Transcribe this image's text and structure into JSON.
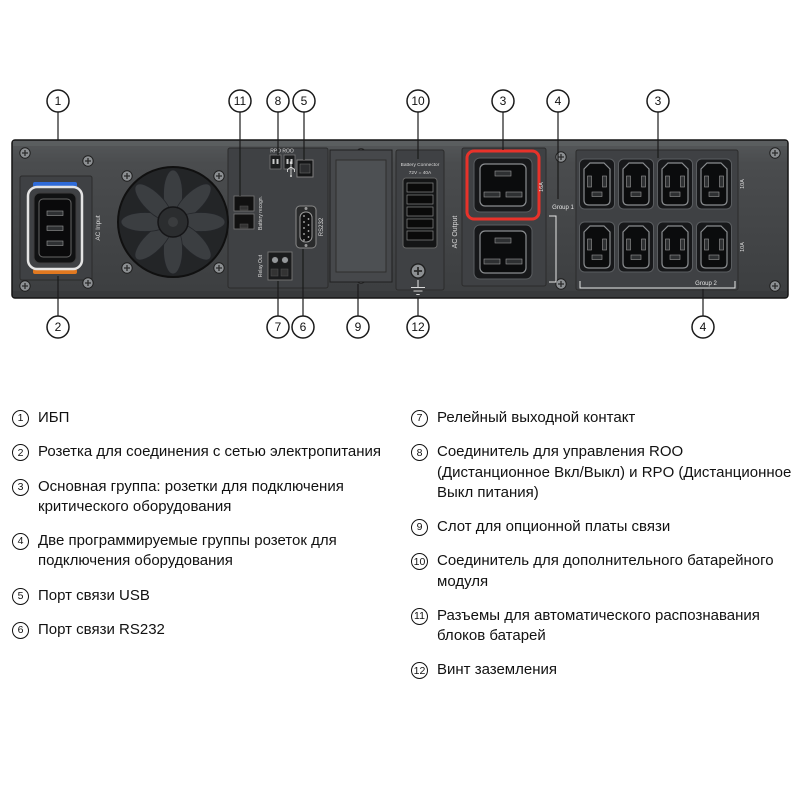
{
  "diagram": {
    "panel_labels": {
      "ac_input": "AC Input",
      "rpo_roo": "RPO ROO",
      "battery_recognition": "Battery recogn.",
      "rs232": "RS232",
      "relay_out": "Relay Out",
      "battery_connector_line1": "Battery Connector",
      "battery_connector_line2": "72V = 40A",
      "ac_output": "AC Output",
      "group1": "Group 1",
      "group2": "Group 2",
      "c19_rating": "16A",
      "c13_rating_top": "10A",
      "c13_rating_bottom": "10A"
    },
    "callouts": {
      "c1": "1",
      "c2": "2",
      "c3": "3",
      "c4": "4",
      "c5": "5",
      "c6": "6",
      "c7": "7",
      "c8": "8",
      "c9": "9",
      "c10": "10",
      "c11": "11",
      "c12": "12"
    },
    "colors": {
      "panel": "#46484a",
      "highlight_red": "#e8322a",
      "clip_blue": "#2f6bd8",
      "clip_orange": "#e07820"
    }
  },
  "legend": {
    "left": [
      {
        "num": "1",
        "text": "ИБП"
      },
      {
        "num": "2",
        "text": "Розетка для соединения с сетью электропитания"
      },
      {
        "num": "3",
        "text": "Основная группа: розетки для подключения критического оборудования"
      },
      {
        "num": "4",
        "text": "Две программируемые группы розеток для подключения оборудования"
      },
      {
        "num": "5",
        "text": "Порт связи USB"
      },
      {
        "num": "6",
        "text": "Порт связи RS232"
      }
    ],
    "right": [
      {
        "num": "7",
        "text": "Релейный выходной контакт"
      },
      {
        "num": "8",
        "text": "Соединитель для управления ROO (Дистанционное Вкл/Выкл) и RPO (Дистанционное Выкл питания)"
      },
      {
        "num": "9",
        "text": "Слот для опционной платы связи"
      },
      {
        "num": "10",
        "text": "Соединитель для дополнительного батарейного модуля"
      },
      {
        "num": "11",
        "text": "Разъемы для автоматического распознавания блоков батарей"
      },
      {
        "num": "12",
        "text": "Винт заземления"
      }
    ]
  }
}
